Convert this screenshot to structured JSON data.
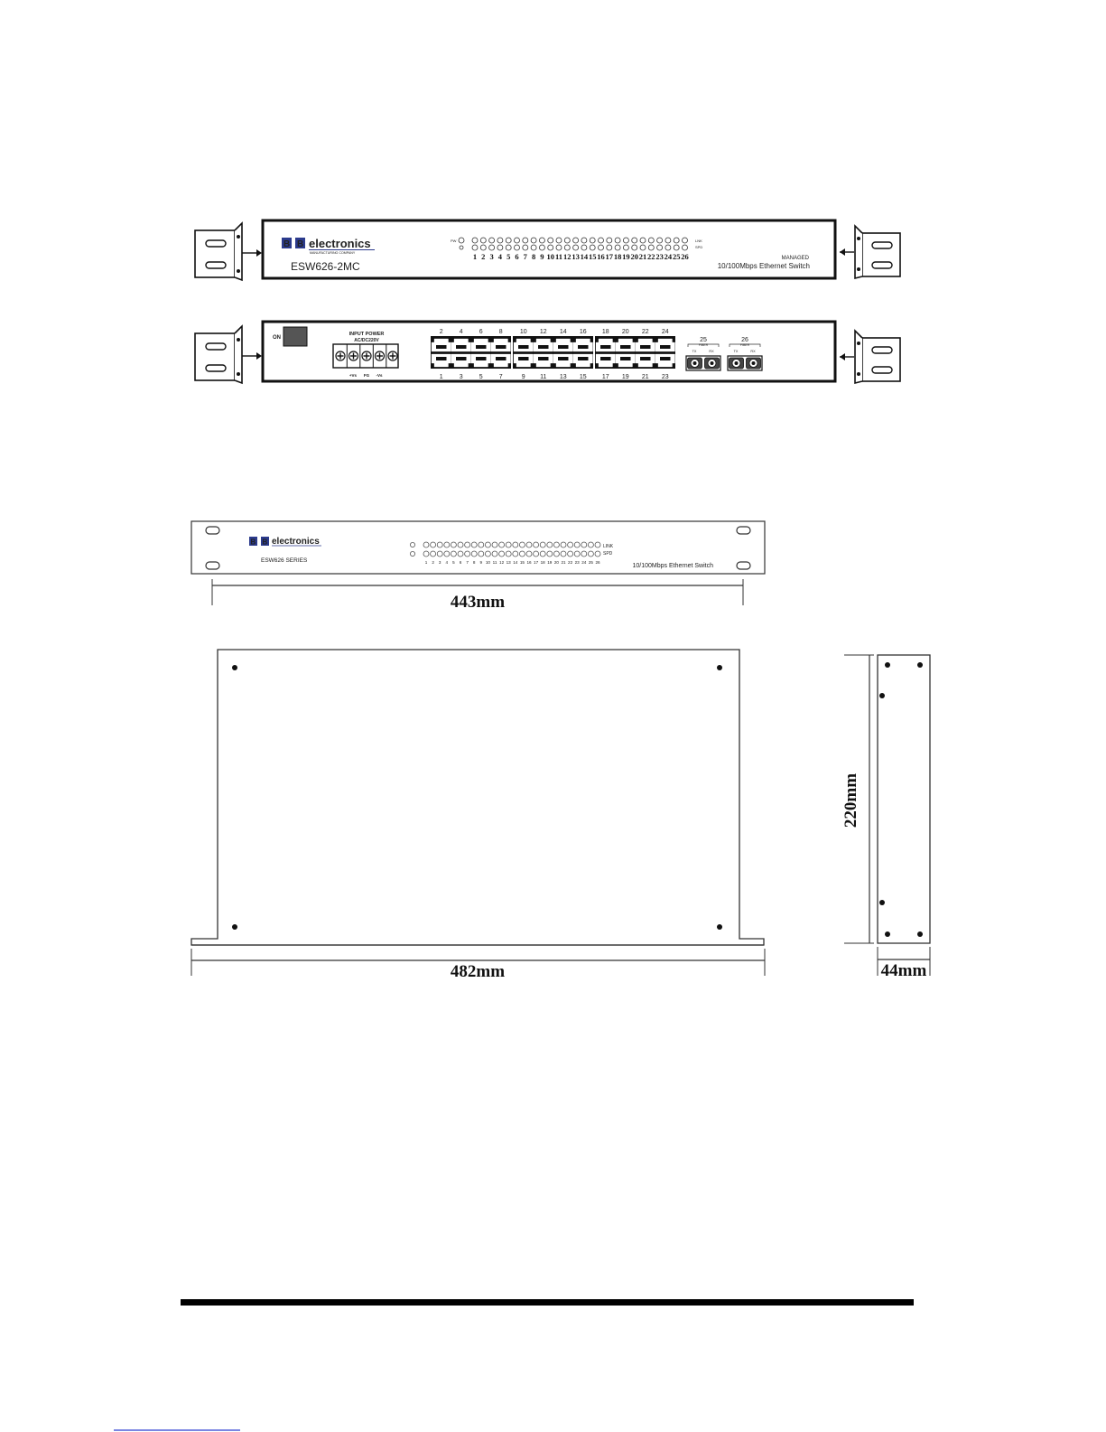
{
  "brand": {
    "name": "electronics",
    "logo_letters": [
      "B",
      "B"
    ],
    "tagline": "MANUFACTURING COMPANY",
    "color": "#2b3a8c"
  },
  "front_panel": {
    "model": "ESW626-2MC",
    "led_label_top": "LNK",
    "led_label_bottom": "SPD",
    "led_left_top": "PW",
    "ports": [
      "1",
      "2",
      "3",
      "4",
      "5",
      "6",
      "7",
      "8",
      "9",
      "10",
      "11",
      "12",
      "13",
      "14",
      "15",
      "16",
      "17",
      "18",
      "19",
      "20",
      "21",
      "22",
      "23",
      "24",
      "25",
      "26"
    ],
    "managed_label": "MANAGED",
    "description": "10/100Mbps Ethernet Switch"
  },
  "rear_panel": {
    "switch_label": "ON",
    "power_title": "INPUT POWER",
    "power_spec": "AC/DC220V",
    "terminal_labels": [
      "+Vs",
      "FG",
      "-Vs"
    ],
    "rj45_top_labels": [
      "2",
      "4",
      "6",
      "8",
      "10",
      "12",
      "14",
      "16",
      "18",
      "20",
      "22",
      "24"
    ],
    "rj45_bottom_labels": [
      "1",
      "3",
      "5",
      "7",
      "9",
      "11",
      "13",
      "15",
      "17",
      "19",
      "21",
      "23"
    ],
    "fiber_ports": [
      {
        "number": "25",
        "label": "FIBER",
        "tx": "TX",
        "rx": "RX"
      },
      {
        "number": "26",
        "label": "FIBER",
        "tx": "TX",
        "rx": "RX"
      }
    ]
  },
  "dimension_front": {
    "series": "ESW626 SERIES",
    "description": "10/100Mbps  Ethernet  Switch",
    "led_label_top": "LINK",
    "led_label_bottom": "SPD",
    "width_label": "443mm"
  },
  "dimension_top": {
    "width_label": "482mm"
  },
  "dimension_side": {
    "depth_label": "220mm",
    "height_label": "44mm"
  }
}
